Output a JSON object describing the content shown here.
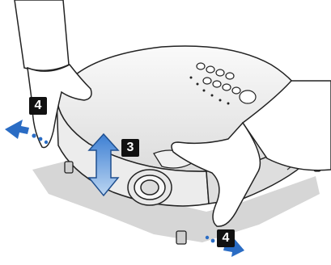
{
  "figure": {
    "description_free": true
  },
  "steps": {
    "lift_step": "3",
    "move_step_left": "4",
    "move_step_right": "4"
  },
  "colors": {
    "arrow_blue": "#2a6cc4",
    "arrow_blue_light": "#bcd6f2",
    "body_light": "#f4f4f4",
    "body_shade": "#d9d9d9",
    "floor_shadow": "#cfcfcf",
    "outline": "#222222",
    "badge": "#111111"
  },
  "icons": [
    "up-down-arrow-icon",
    "left-arrow-icon",
    "right-arrow-icon"
  ]
}
